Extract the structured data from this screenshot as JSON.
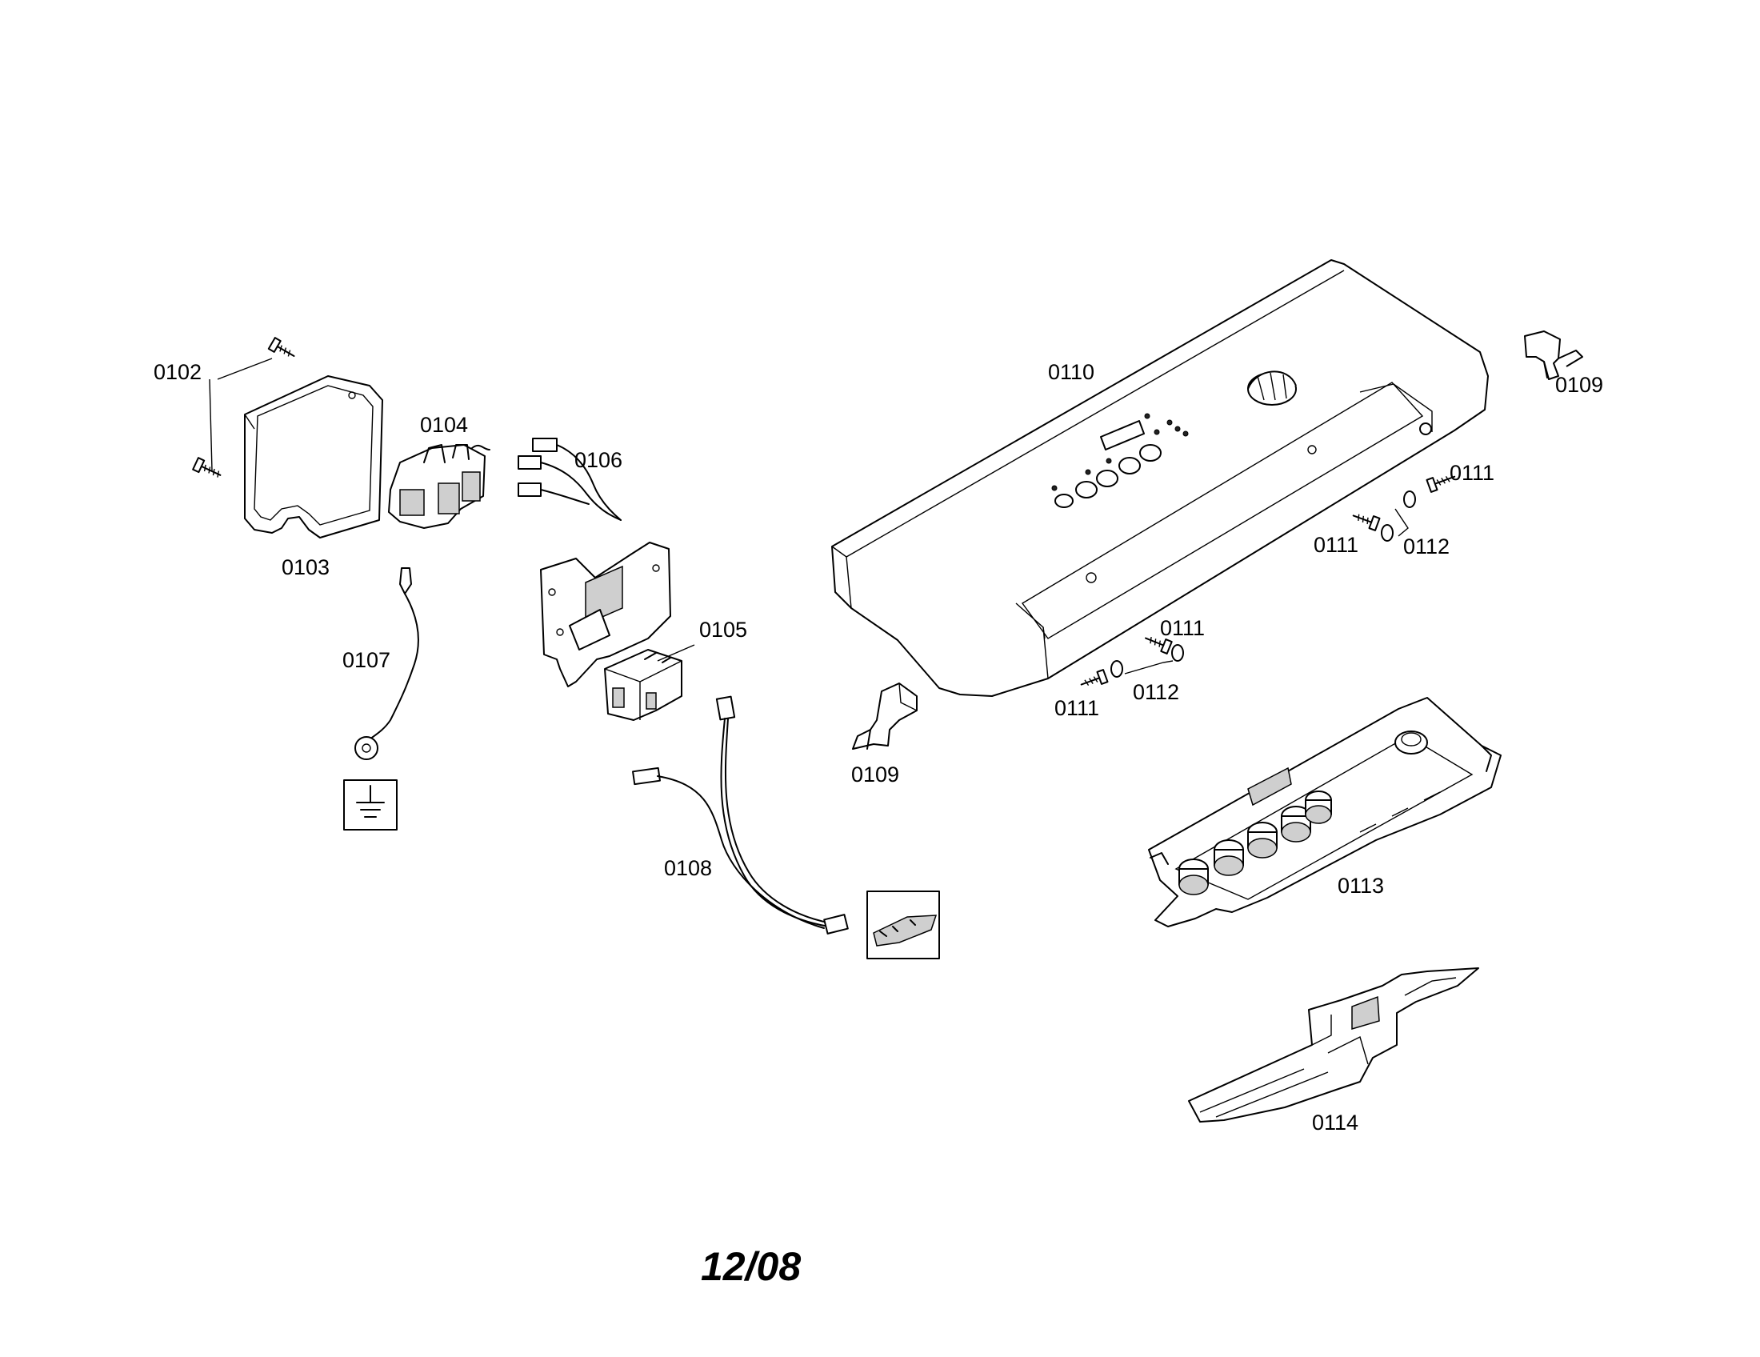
{
  "labels": {
    "l0102": "0102",
    "l0103": "0103",
    "l0104": "0104",
    "l0105": "0105",
    "l0106": "0106",
    "l0107": "0107",
    "l0108": "0108",
    "l0109a": "0109",
    "l0109b": "0109",
    "l0110": "0110",
    "l0111a": "0111",
    "l0111b": "0111",
    "l0111c": "0111",
    "l0111d": "0111",
    "l0112a": "0112",
    "l0112b": "0112",
    "l0113": "0113",
    "l0114": "0114"
  },
  "footer": "12/08",
  "icons": {
    "ground": "ground-symbol-icon"
  }
}
